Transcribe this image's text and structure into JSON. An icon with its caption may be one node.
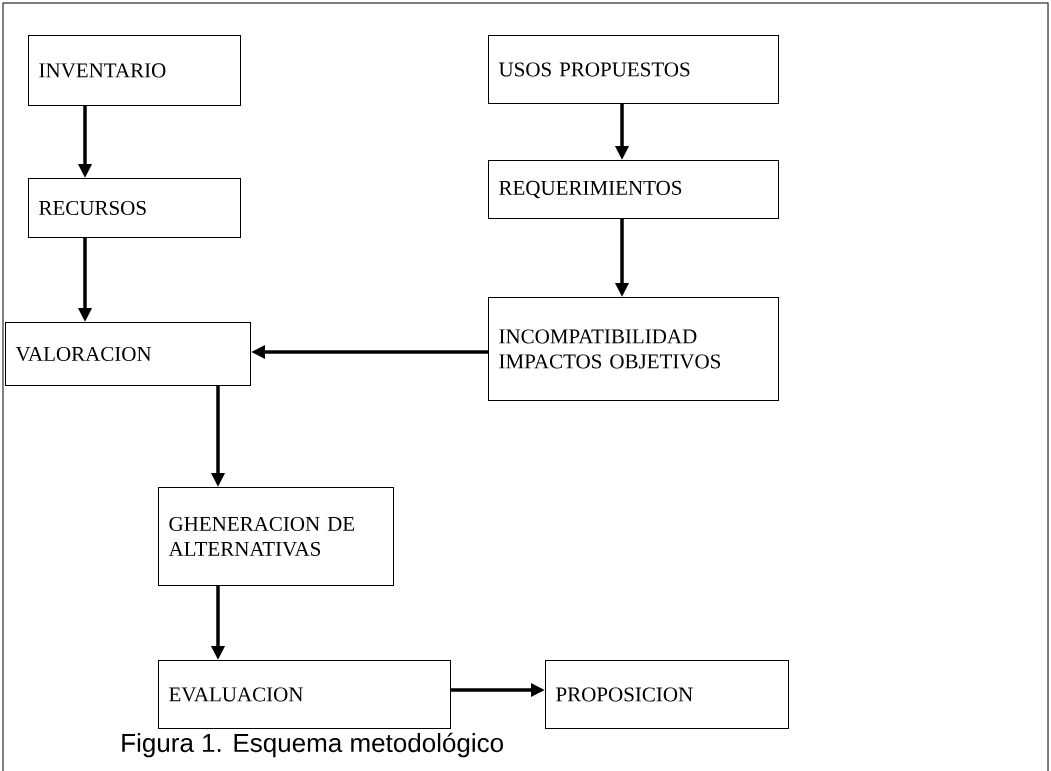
{
  "diagram": {
    "caption": "Figura 1. Esquema metodológico",
    "nodes": [
      {
        "text": [
          "INVENTARIO"
        ]
      },
      {
        "text": [
          "USOS PROPUESTOS"
        ]
      },
      {
        "text": [
          "RECURSOS"
        ]
      },
      {
        "text": [
          "REQUERIMIENTOS"
        ]
      },
      {
        "text": [
          "VALORACION"
        ]
      },
      {
        "text": [
          "INCOMPATIBILIDAD IMPACTOS OBJETIVOS"
        ]
      },
      {
        "text": [
          "GHENERACION DE ALTERNATIVAS"
        ]
      },
      {
        "text": [
          "EVALUACION"
        ]
      },
      {
        "text": [
          "PROPOSICION"
        ]
      }
    ],
    "edges": [
      {
        "from": 0,
        "to": 2,
        "arrow": "to"
      },
      {
        "from": 2,
        "to": 4,
        "arrow": "to"
      },
      {
        "from": 1,
        "to": 3,
        "arrow": "to"
      },
      {
        "from": 3,
        "to": 5,
        "arrow": "to"
      },
      {
        "from": 5,
        "to": 4,
        "arrow": "to"
      },
      {
        "from": 4,
        "to": 6,
        "arrow": "to"
      },
      {
        "from": 6,
        "to": 7,
        "arrow": "to"
      },
      {
        "from": 7,
        "to": 8,
        "arrow": "to"
      }
    ]
  }
}
